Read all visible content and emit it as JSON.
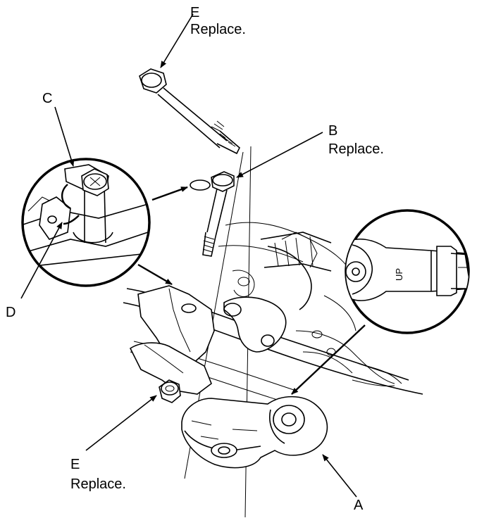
{
  "labels": {
    "a": "A",
    "b": "B",
    "b_note": "Replace.",
    "c": "C",
    "d": "D",
    "e_top": "E",
    "e_top_note": "Replace.",
    "e_bottom": "E",
    "e_bottom_note": "Replace.",
    "up_mark": "UP"
  }
}
